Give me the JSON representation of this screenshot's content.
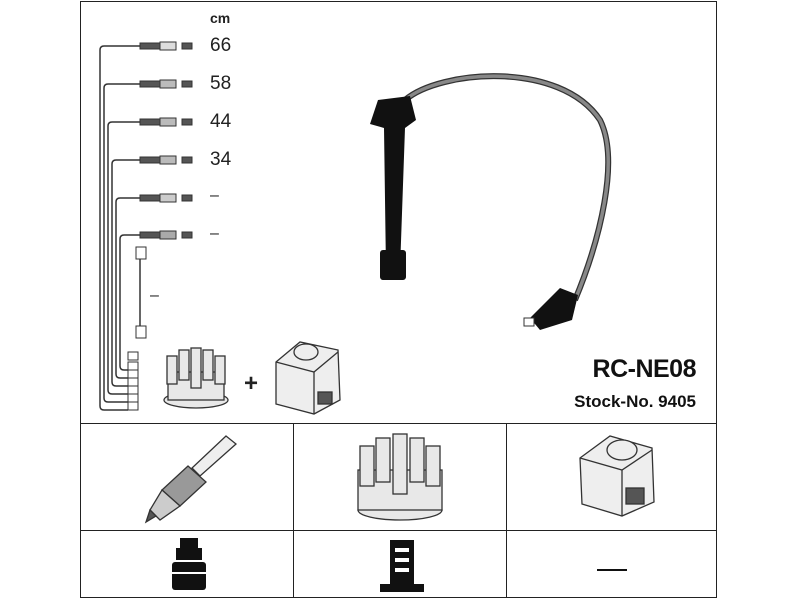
{
  "product": {
    "part_number": "RC-NE08",
    "stock_number": "Stock-No. 9405"
  },
  "lengths": {
    "unit": "cm",
    "cables": [
      "66",
      "58",
      "44",
      "34",
      "–",
      "–"
    ],
    "coil_cable": "–"
  },
  "plus_sign": "+",
  "bottom_row": {
    "coil_connector": "—"
  }
}
